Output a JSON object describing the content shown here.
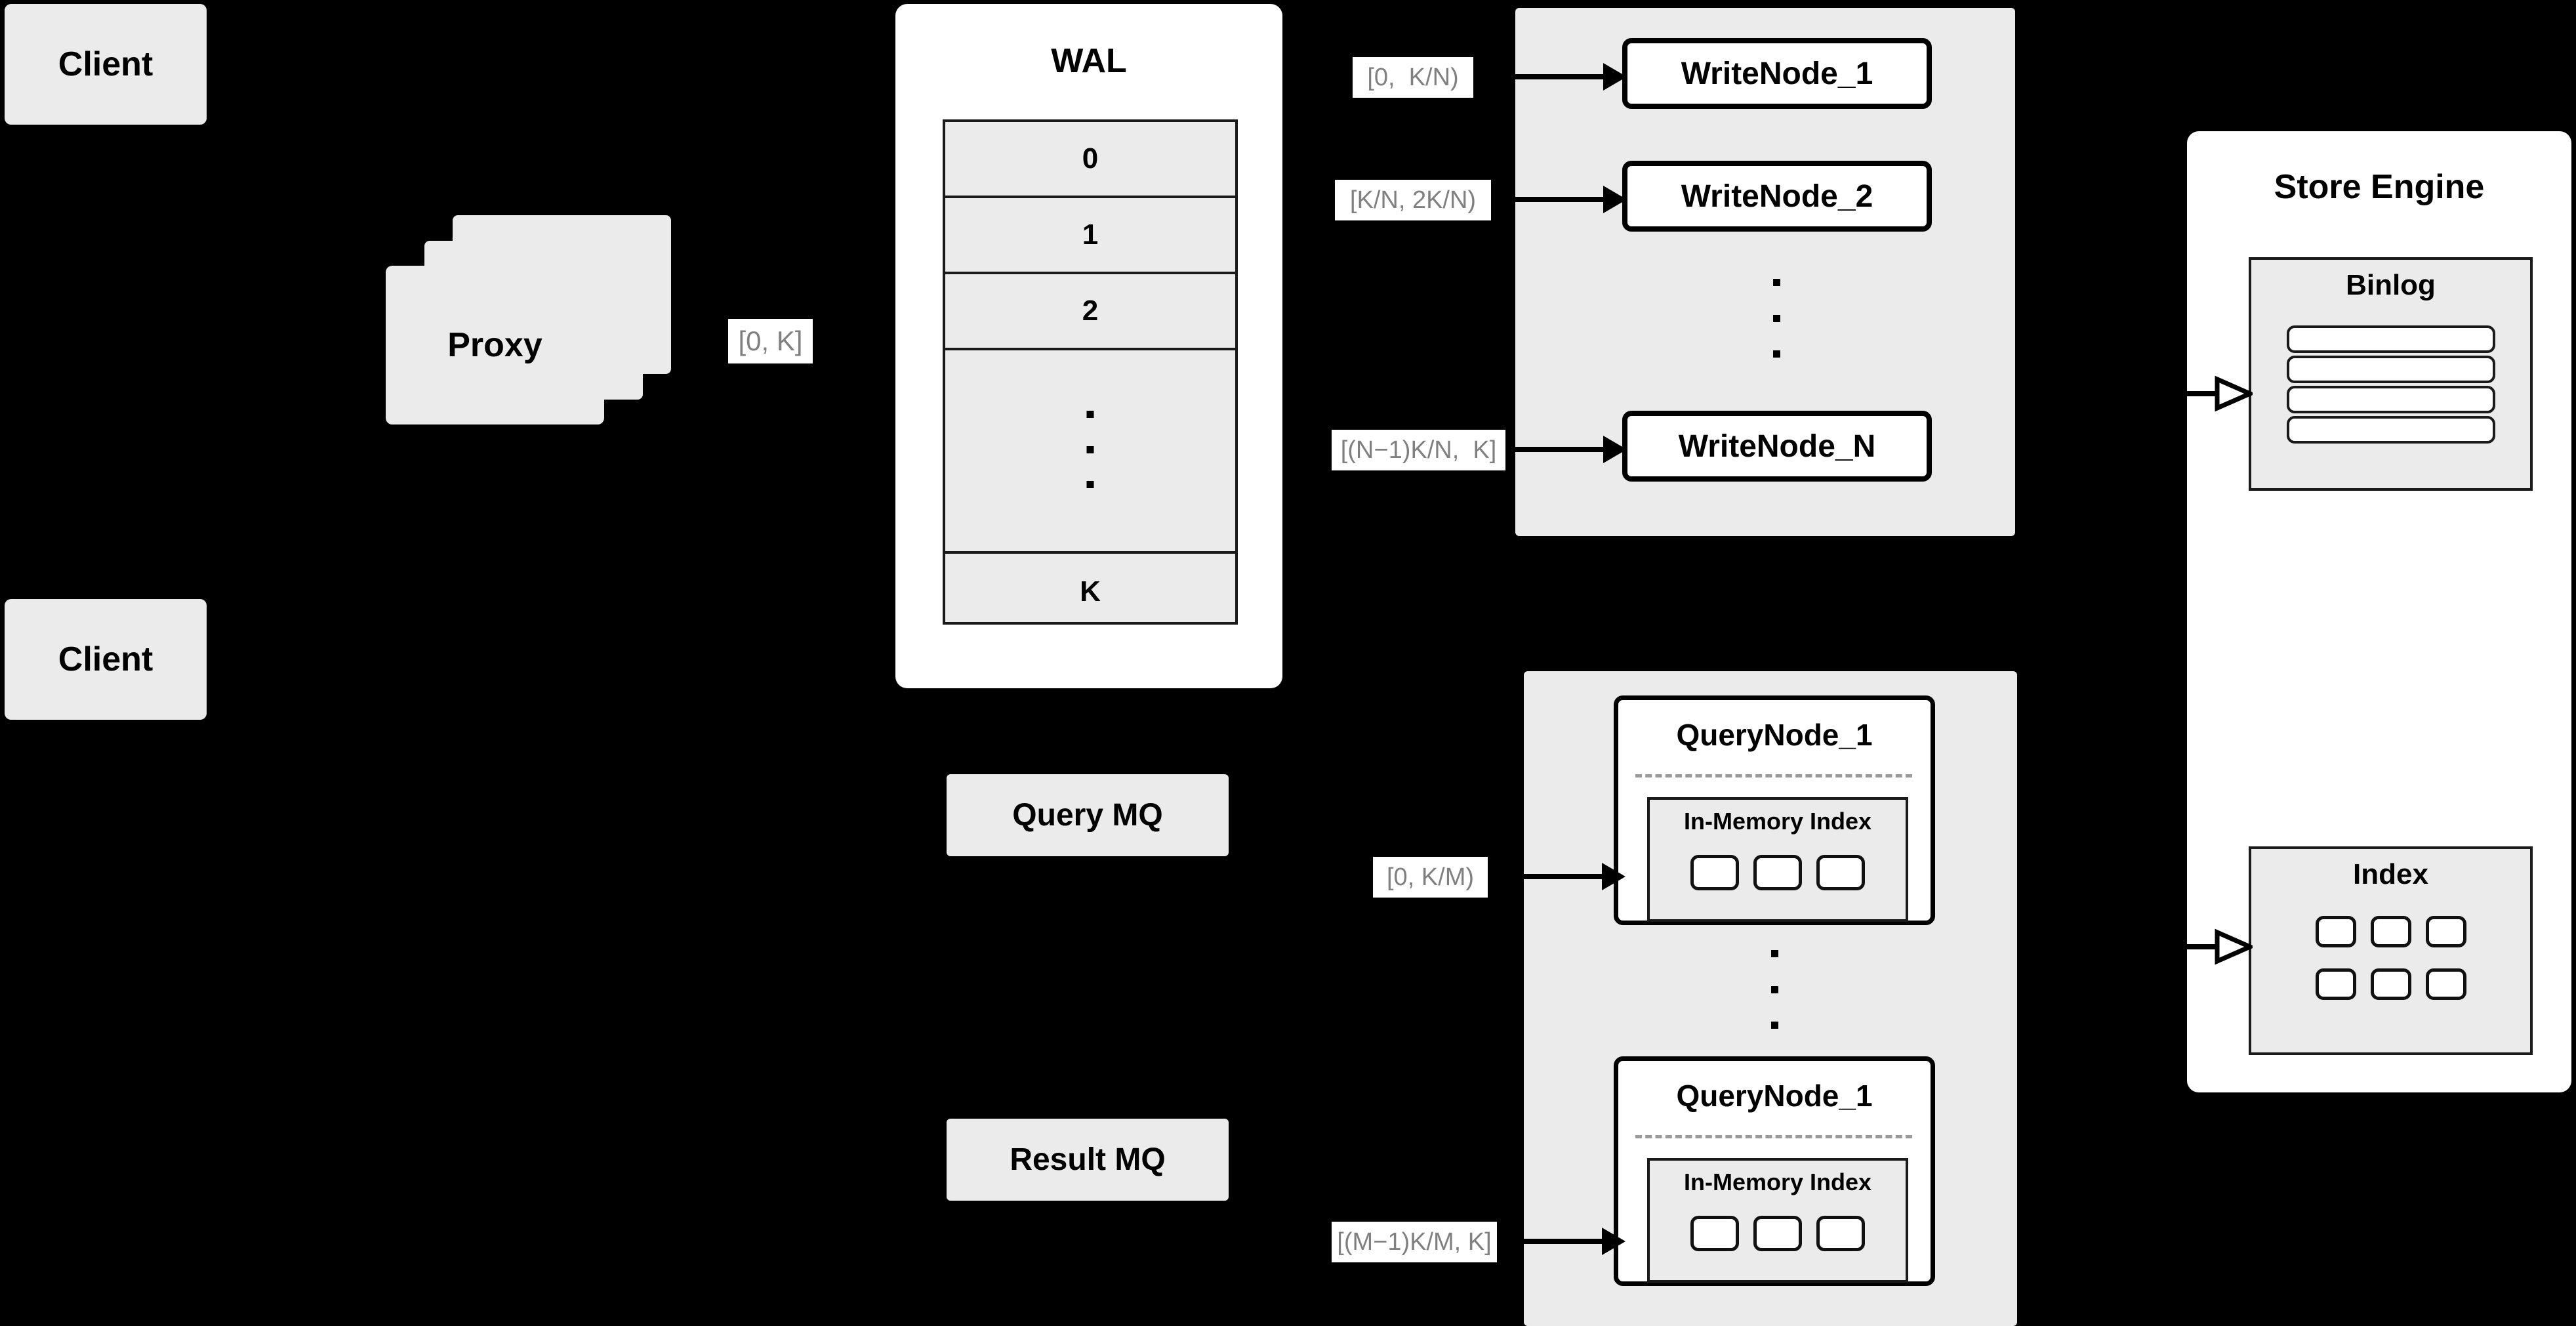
{
  "diagram": {
    "title": "Distributed Vector Database Write/Query Path",
    "background_color": "#000000",
    "card_fill": "#ebebeb",
    "panel_fill": "#ebebeb",
    "white_fill": "#ffffff",
    "stroke_color": "#000000",
    "label_text_color": "#808080",
    "label_bg_color": "#ffffff"
  },
  "clients": [
    {
      "label": "Client"
    },
    {
      "label": "Client"
    }
  ],
  "proxy": {
    "label": "Proxy",
    "stack_count": 3
  },
  "proxy_range_label": "[0, K]",
  "wal": {
    "title": "WAL",
    "rows": [
      "0",
      "1",
      "2",
      "",
      "K"
    ],
    "ellipsis_row_index": 3,
    "ellipsis_dots": 3
  },
  "write_section": {
    "nodes": [
      {
        "label": "WriteNode_1",
        "range": "[0,  K/N)"
      },
      {
        "label": "WriteNode_2",
        "range": "[K/N, 2K/N)"
      },
      {
        "label": "WriteNode_N",
        "range": "[(N−1)K/N,  K]"
      }
    ],
    "ellipsis_dots": 3
  },
  "query_section": {
    "nodes": [
      {
        "label": "QueryNode_1",
        "range": "[0, K/M)",
        "index": {
          "title": "In-Memory Index",
          "cells": 3
        }
      },
      {
        "label": "QueryNode_1",
        "range": "[(M−1)K/M, K]",
        "index": {
          "title": "In-Memory Index",
          "cells": 3
        }
      }
    ],
    "ellipsis_dots": 3
  },
  "queues": [
    {
      "label": "Query MQ"
    },
    {
      "label": "Result MQ"
    }
  ],
  "store_engine": {
    "title": "Store Engine",
    "binlog": {
      "title": "Binlog",
      "bars": 4
    },
    "index": {
      "title": "Index",
      "cells": 6,
      "columns": 3,
      "rows": 2
    }
  }
}
